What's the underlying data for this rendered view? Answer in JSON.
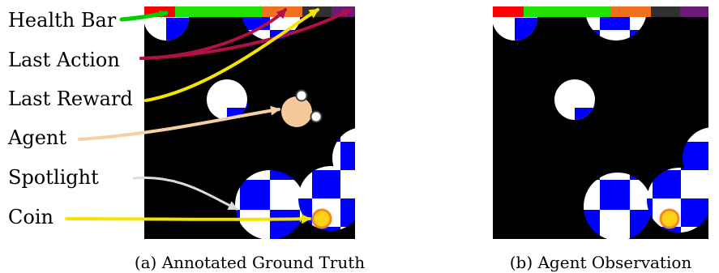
{
  "annotations": [
    {
      "id": "health",
      "label": "Health Bar",
      "color": "#00d000",
      "target": "health-bar-segment"
    },
    {
      "id": "action",
      "label": "Last Action",
      "color": "#b0104a",
      "target": "last-action-segment"
    },
    {
      "id": "reward",
      "label": "Last Reward",
      "color": "#f5e400",
      "target": "last-reward-segment"
    },
    {
      "id": "agent",
      "label": "Agent",
      "color": "#f6cfa4",
      "target": "agent-sprite"
    },
    {
      "id": "spotlight",
      "label": "Spotlight",
      "color": "#dcdcdc",
      "target": "spotlight-circle"
    },
    {
      "id": "coin",
      "label": "Coin",
      "color": "#f5e400",
      "target": "coin-sprite"
    }
  ],
  "status_bar_colors": {
    "health_red": "#ff0000",
    "health_green": "#22e000",
    "last_action": "#f07020",
    "last_reward": "#303030",
    "extra": "#6a1a78"
  },
  "panels": [
    {
      "id": "ground_truth",
      "caption": "(a) Annotated Ground Truth"
    },
    {
      "id": "observation",
      "caption": "(b) Agent Observation"
    }
  ]
}
